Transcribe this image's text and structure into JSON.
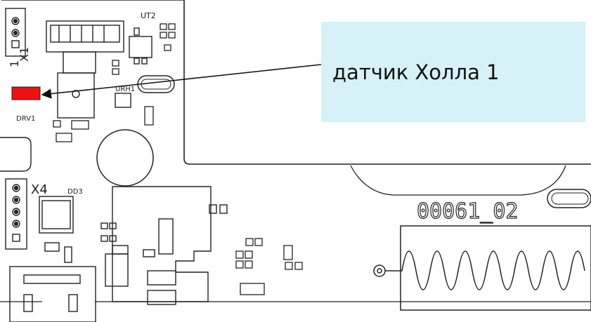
{
  "callout": {
    "label": "датчик Холла 1"
  },
  "board_labels": {
    "ut2": "UT2",
    "x1": "X1",
    "pin1": "1",
    "urh1": "URH1",
    "drv1": "DRV1",
    "x4": "X4",
    "dd3": "DD3",
    "part_number": "00061_02"
  },
  "colors": {
    "highlight": "#ee1111",
    "callout_bg": "#d6f1f7",
    "outline": "#111111"
  },
  "icons": {
    "arrow": "arrow-pointer-icon"
  }
}
